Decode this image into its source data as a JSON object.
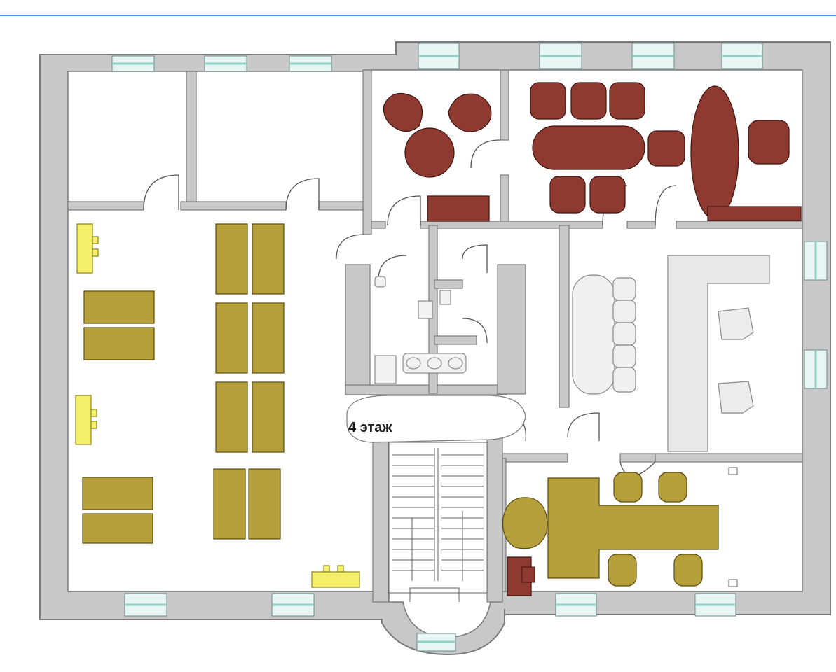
{
  "floor_label": "4 этаж",
  "colors": {
    "accent_line": "#4a90e2",
    "wall": "#c8c8c8",
    "wall_edge": "#7a7a7a",
    "floor": "#ffffff",
    "window_glass": "#8fd0c8",
    "desk_olive": "#b5a03c",
    "desk_olive_edge": "#5a4d10",
    "desk_yellow": "#f5f06a",
    "furniture_red": "#8e3a30",
    "furniture_red_edge": "#3d1410",
    "reception_gray": "#e8e8e8"
  },
  "rooms": [
    "small-office-1",
    "small-office-2",
    "open-plan-office",
    "lounge",
    "conference-room",
    "bathroom",
    "washroom",
    "corridor",
    "reception",
    "staircase",
    "director-office"
  ]
}
